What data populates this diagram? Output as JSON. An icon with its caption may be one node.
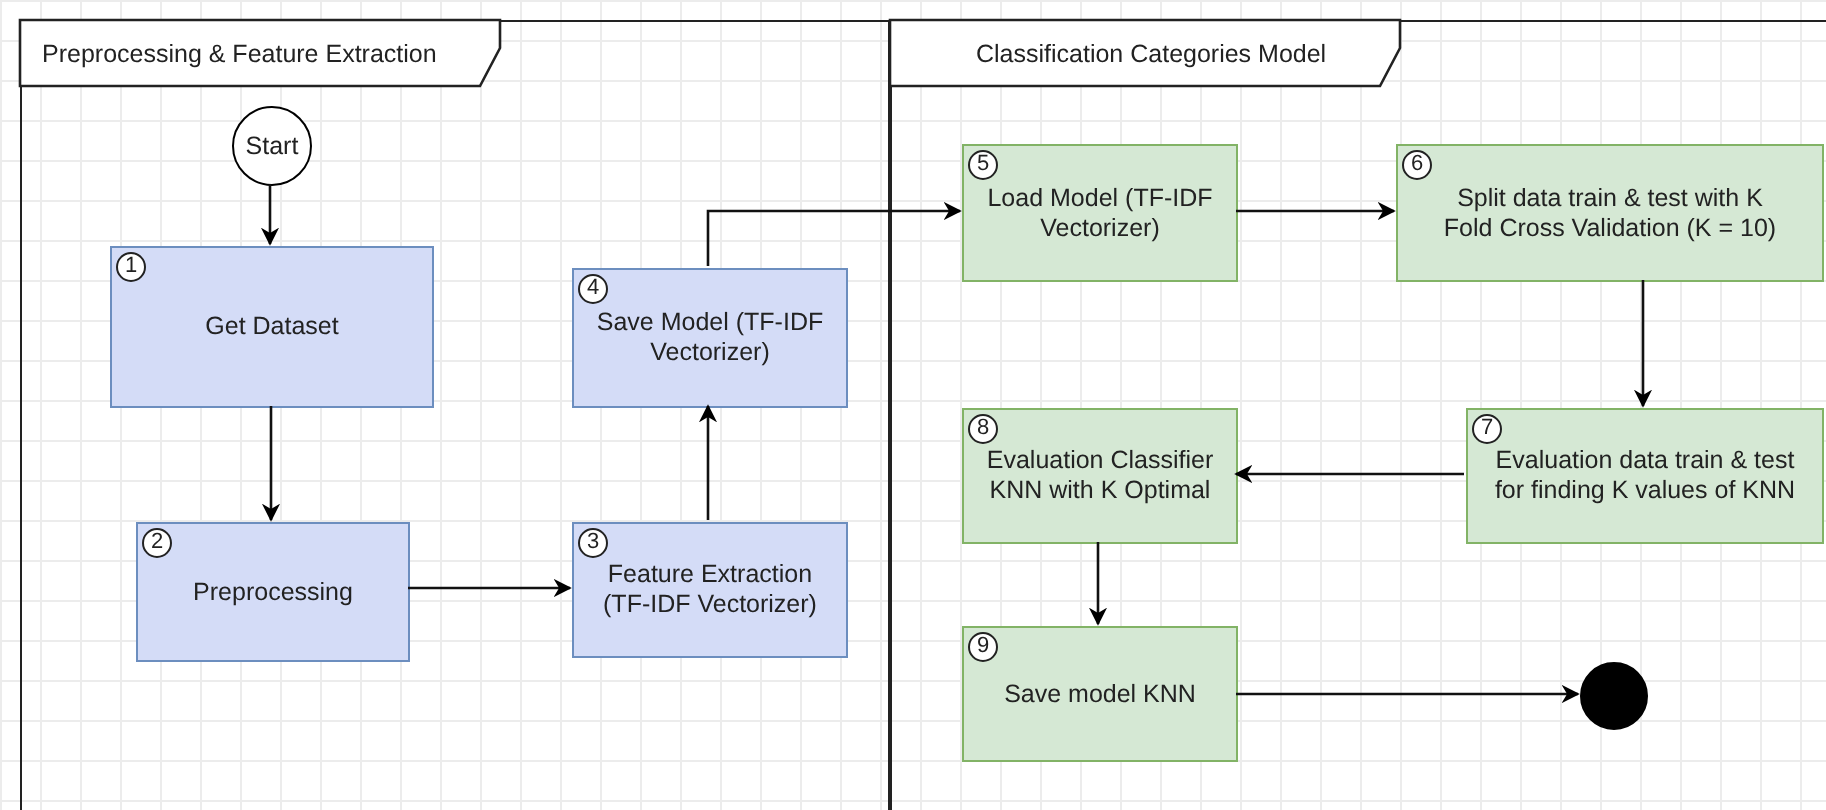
{
  "diagram": {
    "nodes": [
      {
        "text": [
          "Preprocessing & Feature Extraction"
        ]
      },
      {
        "text": [
          "Start"
        ],
        "in": 0
      },
      {
        "text": [
          "1",
          "Get Dataset"
        ],
        "in": 0
      },
      {
        "text": [
          "2",
          "Preprocessing"
        ],
        "in": 0
      },
      {
        "text": [
          "3",
          "Feature Extraction (TF-IDF Vectorizer)"
        ],
        "in": 0
      },
      {
        "text": [
          "4",
          "Save Model (TF-IDF Vectorizer)"
        ],
        "in": 0
      },
      {
        "text": [
          "Classification Categories Model"
        ]
      },
      {
        "text": [
          "5",
          "Load Model (TF-IDF Vectorizer)"
        ],
        "in": 6
      },
      {
        "text": [
          "6",
          "Split data train & test with K Fold Cross Validation (K = 10)"
        ],
        "in": 6
      },
      {
        "text": [
          "7",
          "Evaluation data train & test for finding K values of KNN"
        ],
        "in": 6
      },
      {
        "text": [
          "8",
          "Evaluation Classifier KNN with K Optimal"
        ],
        "in": 6
      },
      {
        "text": [
          "9",
          "Save model KNN"
        ],
        "in": 6
      },
      {
        "text": [],
        "shape": "circle",
        "in": 6
      }
    ],
    "edges": [
      {
        "from": 1,
        "to": 2,
        "arrow": "to"
      },
      {
        "from": 2,
        "to": 3,
        "arrow": "to"
      },
      {
        "from": 3,
        "to": 4,
        "arrow": "to"
      },
      {
        "from": 4,
        "to": 5,
        "arrow": "to"
      },
      {
        "from": 5,
        "to": 7,
        "arrow": "to"
      },
      {
        "from": 7,
        "to": 8,
        "arrow": "to"
      },
      {
        "from": 8,
        "to": 9,
        "arrow": "to"
      },
      {
        "from": 9,
        "to": 10,
        "arrow": "to"
      },
      {
        "from": 10,
        "to": 11,
        "arrow": "to"
      },
      {
        "from": 11,
        "to": 12,
        "arrow": "to"
      }
    ]
  }
}
